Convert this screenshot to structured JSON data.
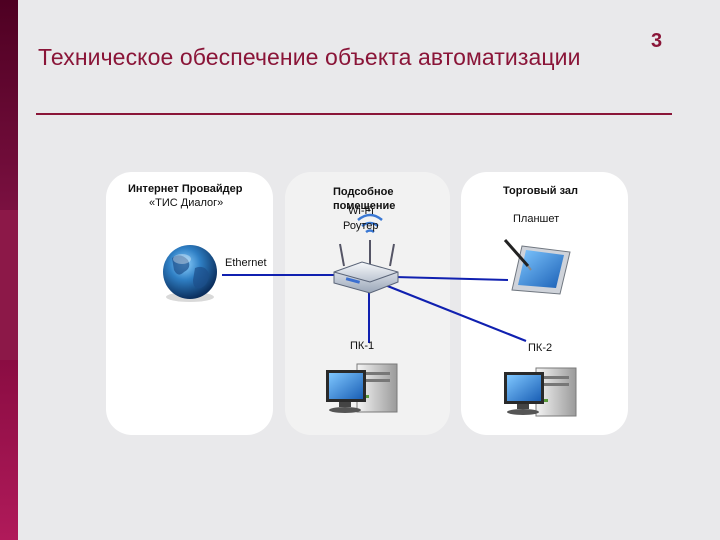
{
  "slide": {
    "title": "Техническое обеспечение объекта автоматизации",
    "number": "3"
  },
  "colors": {
    "accent": "#8a1538",
    "link_line": "#1020b0",
    "background": "#e9e9eb"
  },
  "panels": {
    "provider": {
      "title": "Интернет Провайдер",
      "subtitle": "«ТИС Диалог»"
    },
    "utility": {
      "title_line1": "Подсобное",
      "title_line2": "помещение"
    },
    "sales": {
      "title": "Торговый зал"
    }
  },
  "devices": {
    "globe": {
      "icon": "globe-icon"
    },
    "router": {
      "label_line1": "Wi-Fi",
      "label_line2": "Роутер",
      "icon": "router-icon"
    },
    "tablet": {
      "label": "Планшет",
      "icon": "tablet-icon"
    },
    "pc1": {
      "label": "ПК-1",
      "icon": "desktop-pc-icon"
    },
    "pc2": {
      "label": "ПК-2",
      "icon": "desktop-pc-icon"
    }
  },
  "links": {
    "ethernet": {
      "label": "Ethernet"
    }
  }
}
